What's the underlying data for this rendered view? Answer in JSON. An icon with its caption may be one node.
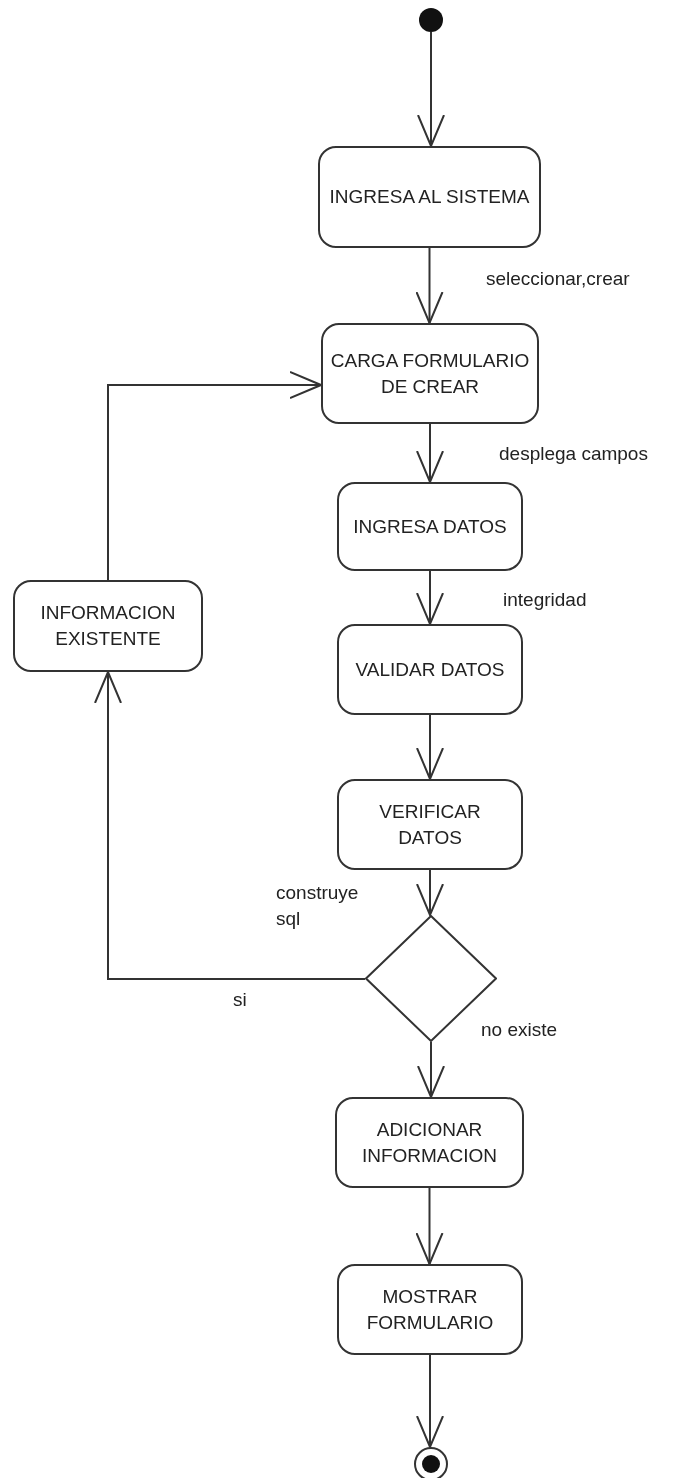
{
  "diagram": {
    "nodes": [
      {
        "text": [],
        "shape": "circle"
      },
      {
        "text": [
          "INGRESA AL SISTEMA"
        ]
      },
      {
        "text": [
          "CARGA FORMULARIO DE CREAR"
        ]
      },
      {
        "text": [
          "INGRESA DATOS"
        ]
      },
      {
        "text": [
          "INFORMACION EXISTENTE"
        ]
      },
      {
        "text": [
          "VALIDAR DATOS"
        ]
      },
      {
        "text": [
          "VERIFICAR DATOS"
        ]
      },
      {
        "text": [],
        "shape": "diamond"
      },
      {
        "text": [
          "ADICIONAR INFORMACION"
        ]
      },
      {
        "text": [
          "MOSTRAR FORMULARIO"
        ]
      },
      {
        "text": [],
        "shape": "bullseye"
      }
    ],
    "edges": [
      {
        "from": 0,
        "to": 1,
        "arrow": "to"
      },
      {
        "from": 1,
        "to": 2,
        "arrow": "to",
        "label": "seleccionar,crear"
      },
      {
        "from": 2,
        "to": 3,
        "arrow": "to",
        "label": "desplega campos"
      },
      {
        "from": 3,
        "to": 5,
        "arrow": "to",
        "label": "integridad"
      },
      {
        "from": 5,
        "to": 6,
        "arrow": "to"
      },
      {
        "from": 6,
        "to": 7,
        "arrow": "to",
        "label": "construye sql"
      },
      {
        "from": 7,
        "to": 4,
        "arrow": "to",
        "label": "si"
      },
      {
        "from": 4,
        "to": 2,
        "arrow": "to"
      },
      {
        "from": 7,
        "to": 8,
        "arrow": "to",
        "label": "no existe"
      },
      {
        "from": 8,
        "to": 9,
        "arrow": "to"
      },
      {
        "from": 9,
        "to": 10,
        "arrow": "to"
      }
    ]
  }
}
